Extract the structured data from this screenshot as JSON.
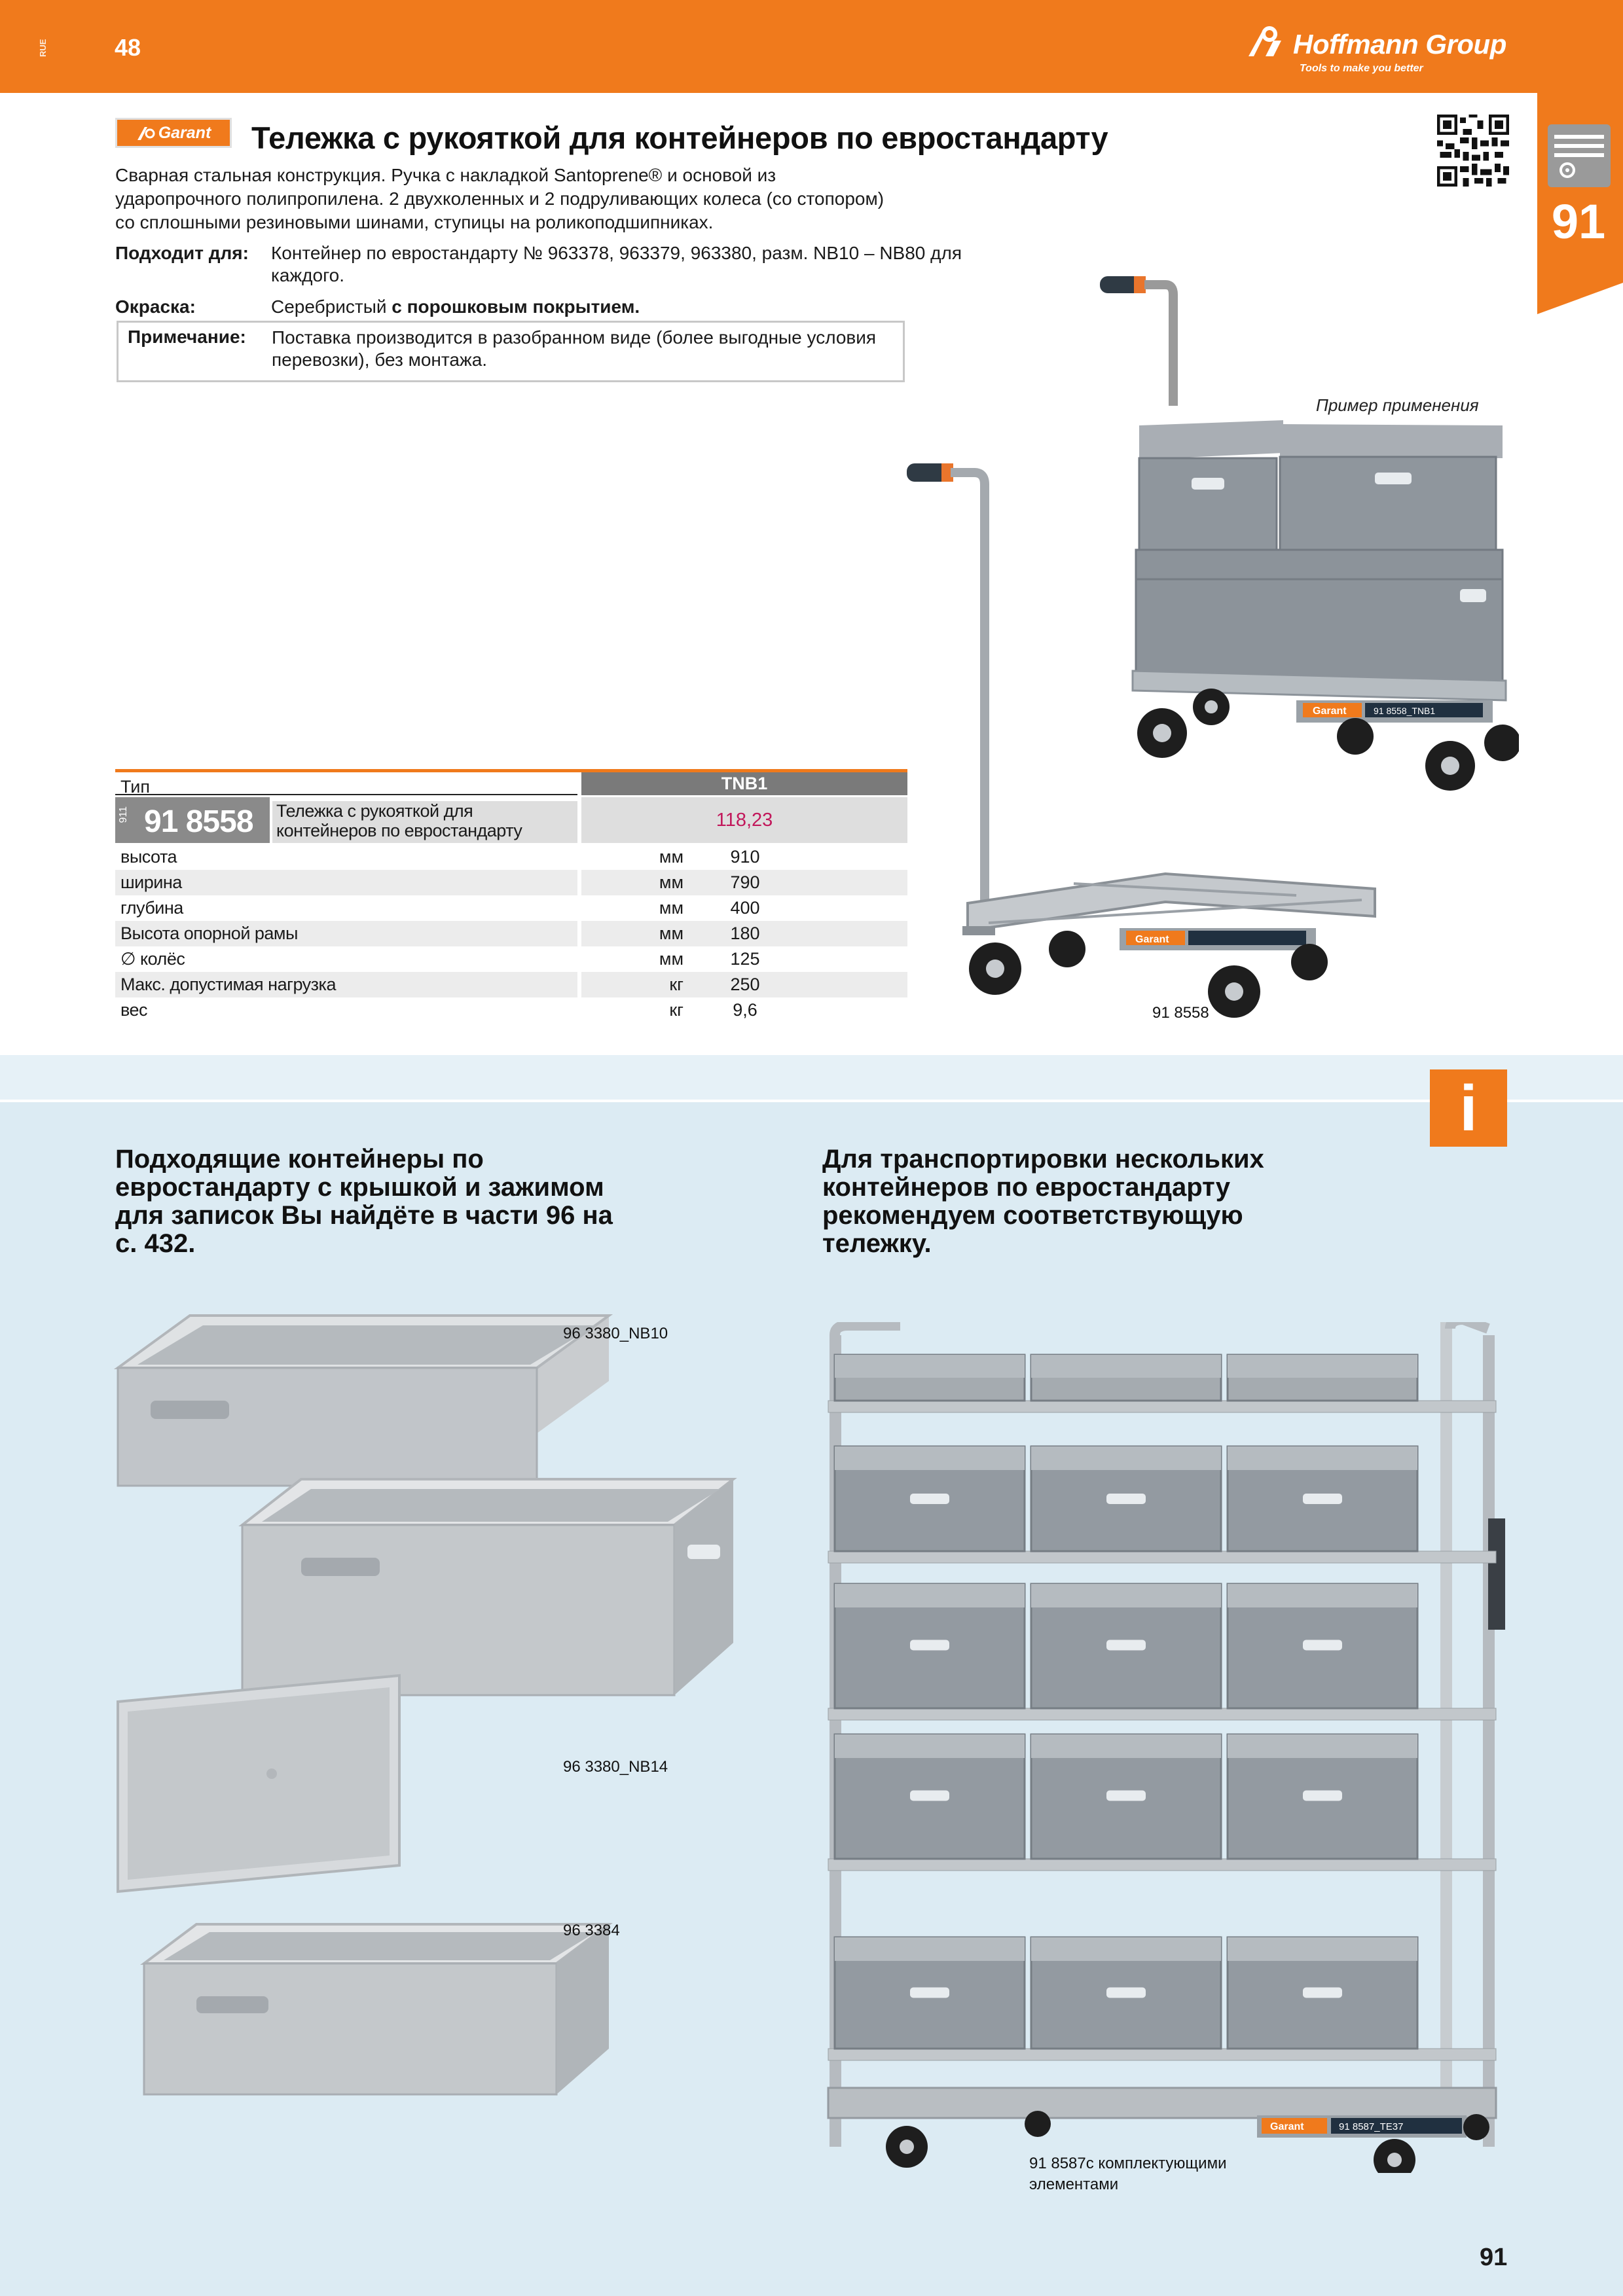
{
  "header": {
    "lang_code": "RUE",
    "page_number_top": "48",
    "brand_name": "Hoffmann Group",
    "brand_slogan": "Tools to make you better",
    "accent_color": "#f07a1c",
    "section_tab_number": "91"
  },
  "product": {
    "brand_badge": "Garant",
    "title": "Тележка с рукояткой для контейнеров по евростандарту",
    "description": "Сварная стальная конструкция. Ручка с накладкой Santoprene® и основой из ударопрочного полипропилена. 2 двухколенных и 2 подруливающих колеса (со стопором) со сплошными резиновыми шинами, ступицы на роликоподшипниках.",
    "fits_label": "Подходит для:",
    "fits_value": "Контейнер по евростандарту № 963378, 963379, 963380, разм. NB10 – NB80 для каждого.",
    "paint_label": "Окраска:",
    "paint_value_plain": "Серебристый ",
    "paint_value_bold": "с порошковым покрытием.",
    "note_label": "Примечание:",
    "note_value": "Поставка производится в разобранном виде (более выгодные условия перевозки), без монтажа."
  },
  "table": {
    "type_label": "Тип",
    "column_header": "TNB1",
    "article_prefix": "911",
    "article_number": "91 8558",
    "article_description": "Тележка с рукояткой для контейнеров по евростандарту",
    "price": "118,23",
    "price_color": "#c2185b",
    "rows": [
      {
        "label": "высота",
        "unit": "мм",
        "value": "910"
      },
      {
        "label": "ширина",
        "unit": "мм",
        "value": "790"
      },
      {
        "label": "глубина",
        "unit": "мм",
        "value": "400"
      },
      {
        "label": "Высота опорной рамы",
        "unit": "мм",
        "value": "180"
      },
      {
        "label": "∅ колёс",
        "unit": "мм",
        "value": "125"
      },
      {
        "label": "Макс. допустимая нагрузка",
        "unit": "кг",
        "value": "250"
      },
      {
        "label": "вес",
        "unit": "кг",
        "value": "9,6"
      }
    ]
  },
  "captions": {
    "example": "Пример применения",
    "trolley_label": "91 8558",
    "box_nb10": "96 3380_NB10",
    "box_nb14": "96 3380_NB14",
    "box_lid": "96 3384",
    "rack_caption": "91 8587с комплектующими элементами",
    "cart_plate_1": "91 8558_TNB1",
    "rack_plate": "91 8587_TE37"
  },
  "info": {
    "icon": "i",
    "left_text": "Подходящие контейнеры по евростандарту с крышкой и зажимом для записок Вы найдёте в части 96 на с. 432.",
    "right_text": "Для транспортировки нескольких контейнеров по евростандарту рекомендуем соответствующую тележку."
  },
  "footer": {
    "page_number_bottom": "91"
  }
}
